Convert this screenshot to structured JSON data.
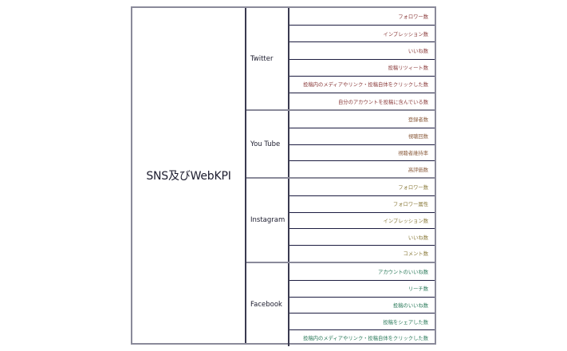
{
  "root": {
    "label": "SNS及びWebKPI"
  },
  "groups": [
    {
      "name": "Twitter",
      "color": "#8a3a3a",
      "items": [
        "フォロワー数",
        "インプレッション数",
        "いいね数",
        "投稿リツィート数",
        "投稿内のメディアやリンク・投稿自体をクリックした数",
        "自分のアカウントを投稿に含んでいる数"
      ]
    },
    {
      "name": "You Tube",
      "color": "#8a5a3a",
      "items": [
        "登録者数",
        "視聴回数",
        "視聴者維持率",
        "高評価数"
      ]
    },
    {
      "name": "Instagram",
      "color": "#8a7a3a",
      "items": [
        "フォロワー数",
        "フォロワー属性",
        "インプレッション数",
        "いいね数",
        "コメント数"
      ]
    },
    {
      "name": "Facebook",
      "color": "#2a7a5a",
      "items": [
        "アカウントのいいね数",
        "リーチ数",
        "投稿のいいね数",
        "投稿をシェアした数",
        "投稿内のメディアやリンク・投稿自体をクリックした数"
      ]
    }
  ]
}
